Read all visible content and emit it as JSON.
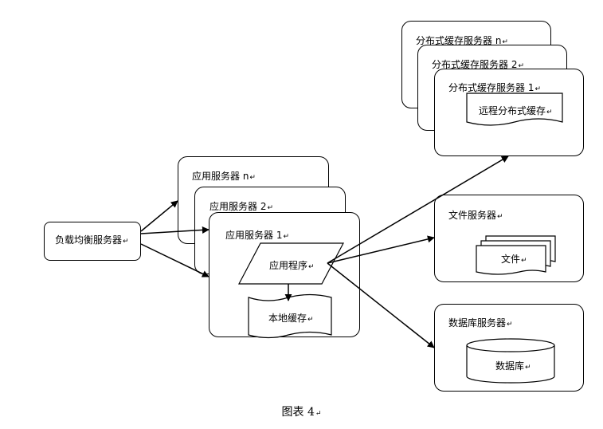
{
  "diagram": {
    "load_balancer": "负载均衡服务器",
    "app_servers": [
      "应用服务器 n",
      "应用服务器 2",
      "应用服务器 1"
    ],
    "app_program": "应用程序",
    "local_cache": "本地缓存",
    "cache_servers": [
      "分布式缓存服务器 n",
      "分布式缓存服务器 2",
      "分布式缓存服务器 1"
    ],
    "remote_cache": "远程分布式缓存",
    "file_server": "文件服务器",
    "file_doc": "文件",
    "db_server": "数据库服务器",
    "database": "数据库",
    "return_mark": "↵"
  },
  "caption": "图表  4"
}
